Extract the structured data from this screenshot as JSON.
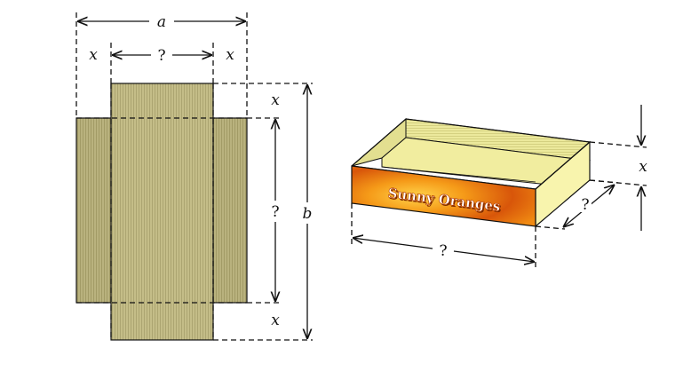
{
  "net": {
    "width_label": "a",
    "height_label": "b",
    "corner_left_label": "x",
    "corner_right_label": "x",
    "inner_width_label": "?",
    "top_flap_label": "x",
    "bottom_flap_label": "x",
    "inner_height_label": "?"
  },
  "box": {
    "brand_text": "Sunny Oranges",
    "height_label": "x",
    "depth_label": "?",
    "length_label": "?"
  },
  "colors": {
    "cardboard": "#b9b27e",
    "cardboard_stripe": "#9e9762",
    "box_side": "#f6f2a8",
    "box_inner": "#e8e596",
    "label_orange": "#f08a12",
    "label_dark": "#c64a06"
  }
}
